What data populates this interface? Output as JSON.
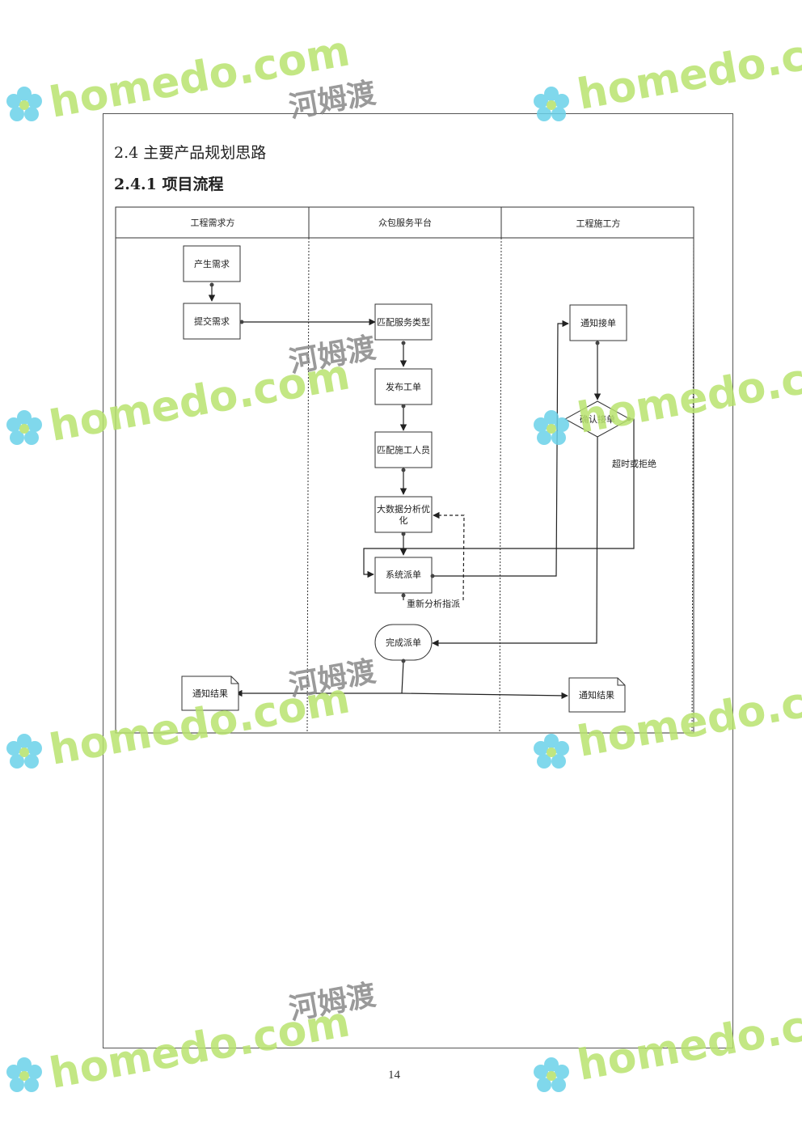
{
  "heading": {
    "section": "2.4 主要产品规划思路",
    "subsection": "2.4.1 项目流程"
  },
  "lanes": [
    "工程需求方",
    "众包服务平台",
    "工程施工方"
  ],
  "nodes": {
    "need_created": "产生需求",
    "submit_need": "提交需求",
    "match_service_type": "匹配服务类型",
    "publish_order": "发布工单",
    "match_workers": "匹配施工人员",
    "bigdata_optimize_1": "大数据分析优",
    "bigdata_optimize_2": "化",
    "system_dispatch": "系统派单",
    "complete_dispatch": "完成派单",
    "notify_accept": "通知接单",
    "confirm_accept": "确认接单",
    "notify_result_left": "通知结果",
    "notify_result_right": "通知结果"
  },
  "edge_labels": {
    "timeout_or_reject": "超时或拒绝",
    "reanalyze_dispatch": "重新分析指派"
  },
  "page_number": "14",
  "watermark": {
    "latin": "homedo.com",
    "cjk": "河姆渡"
  }
}
